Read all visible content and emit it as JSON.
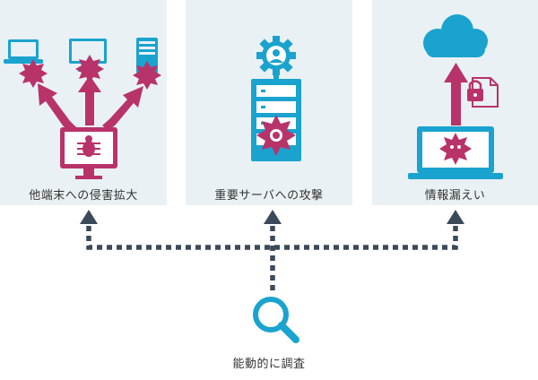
{
  "panels": {
    "left": {
      "caption": "他端末への侵害拡大"
    },
    "middle": {
      "caption": "重要サーバへの攻撃"
    },
    "right": {
      "caption": "情報漏えい"
    }
  },
  "bottom": {
    "label": "能動的に調査"
  },
  "colors": {
    "panel_bg": "#e9f1f4",
    "accent_blue": "#1aa3cf",
    "accent_magenta": "#b8336a",
    "dark_slate": "#3b4a5a"
  },
  "icons": [
    "laptop-icon",
    "monitor-icon",
    "server-icon",
    "malware-burst-icon",
    "bug-icon",
    "user-gear-icon",
    "cloud-icon",
    "locked-document-icon",
    "magnifier-icon"
  ]
}
